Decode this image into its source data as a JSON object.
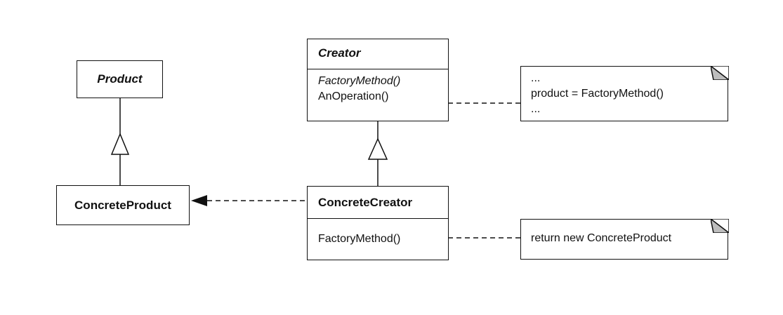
{
  "diagram": {
    "classes": {
      "product": {
        "name": "Product"
      },
      "concrete_product": {
        "name": "ConcreteProduct"
      },
      "creator": {
        "name": "Creator",
        "operations": [
          "FactoryMethod()",
          "AnOperation()"
        ]
      },
      "concrete_creator": {
        "name": "ConcreteCreator",
        "operations": [
          "FactoryMethod()"
        ]
      }
    },
    "notes": {
      "creator_note": [
        "...",
        "product = FactoryMethod()",
        "..."
      ],
      "concrete_creator_note": [
        "return new ConcreteProduct"
      ]
    }
  }
}
